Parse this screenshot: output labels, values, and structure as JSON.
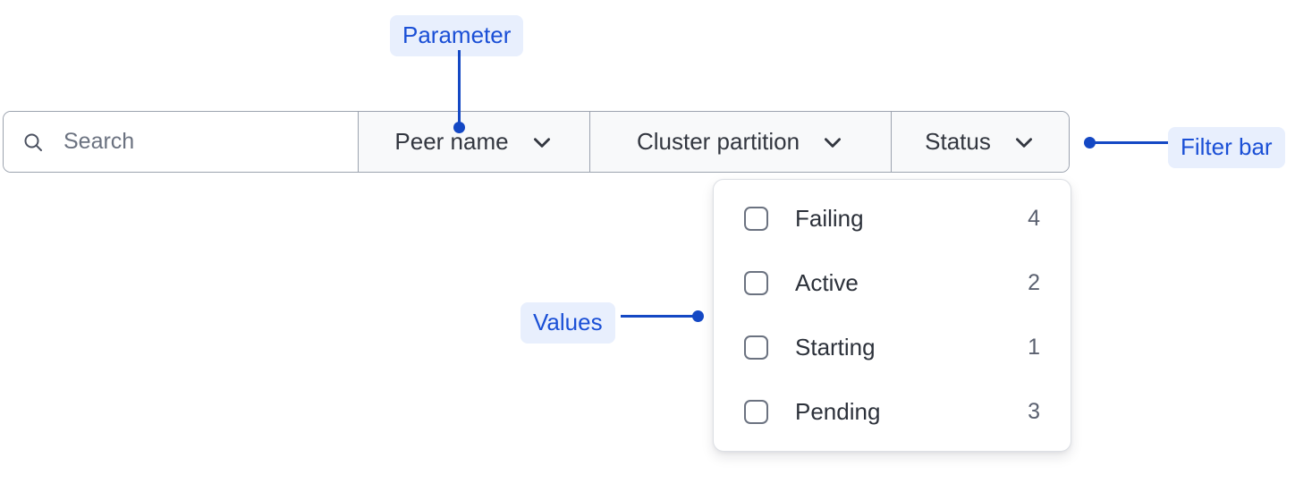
{
  "filter_bar": {
    "search": {
      "icon": "search-icon",
      "placeholder": "Search",
      "value": ""
    },
    "segments": [
      {
        "label": "Peer name",
        "icon": "chevron-down-icon"
      },
      {
        "label": "Cluster partition",
        "icon": "chevron-down-icon"
      },
      {
        "label": "Status",
        "icon": "chevron-down-icon"
      }
    ]
  },
  "values_panel": {
    "open_for": "Status",
    "items": [
      {
        "label": "Failing",
        "count": "4",
        "checked": false
      },
      {
        "label": "Active",
        "count": "2",
        "checked": false
      },
      {
        "label": "Starting",
        "count": "1",
        "checked": false
      },
      {
        "label": "Pending",
        "count": "3",
        "checked": false
      }
    ]
  },
  "annotations": {
    "parameter": "Parameter",
    "values": "Values",
    "filter_bar": "Filter bar"
  },
  "colors": {
    "annotation_text": "#1a4fd6",
    "annotation_bg": "#e8effd",
    "annotation_line": "#1448c4",
    "bar_border": "#9ca3af",
    "segment_bg": "#f8f9fa",
    "search_bg": "#ffffff",
    "panel_border": "#dcdfe4",
    "label_text": "#32363f",
    "placeholder_text": "#6b7280",
    "count_text": "#5b6170"
  }
}
